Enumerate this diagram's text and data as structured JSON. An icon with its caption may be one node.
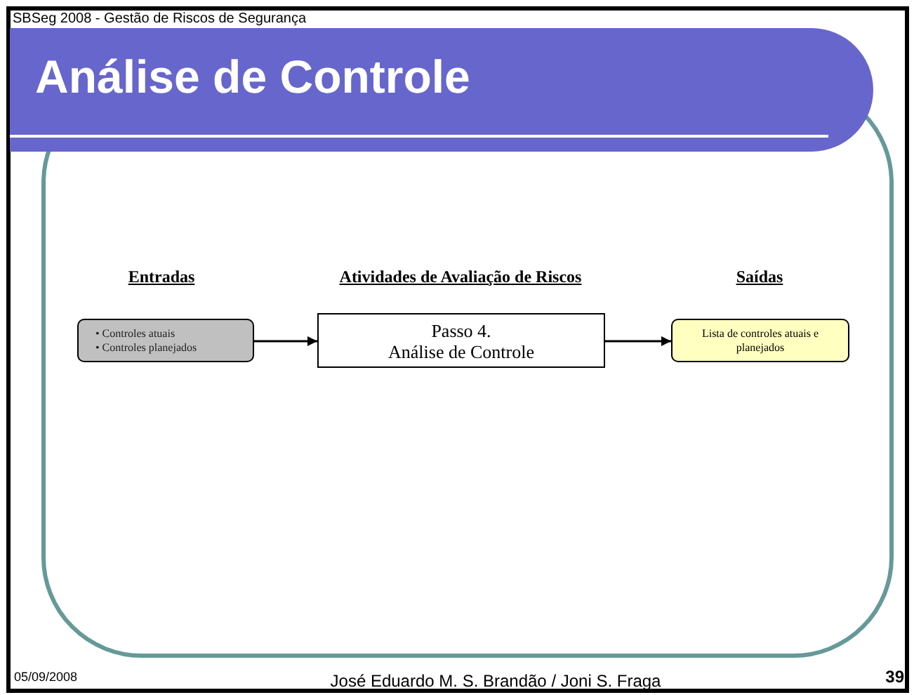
{
  "diagram": {
    "title": "Análise de Controle",
    "nodes": [
      {
        "text": [
          "• Controles atuais",
          "• Controles planejados"
        ]
      },
      {
        "text": [
          "Passo 4.",
          "Análise de Controle"
        ]
      },
      {
        "text": [
          "Lista de controles atuais e planejados"
        ]
      }
    ],
    "edges": [
      {
        "from": 0,
        "to": 1,
        "arrow": "to"
      },
      {
        "from": 1,
        "to": 2,
        "arrow": "to"
      }
    ],
    "labels": [
      "SBSeg 2008 - Gestão de Riscos de Segurança",
      "Entradas",
      "Atividades de Avaliação de Riscos",
      "Saídas",
      "05/09/2008",
      "José Eduardo M. S. Brandão / Joni S. Fraga",
      "39"
    ]
  }
}
